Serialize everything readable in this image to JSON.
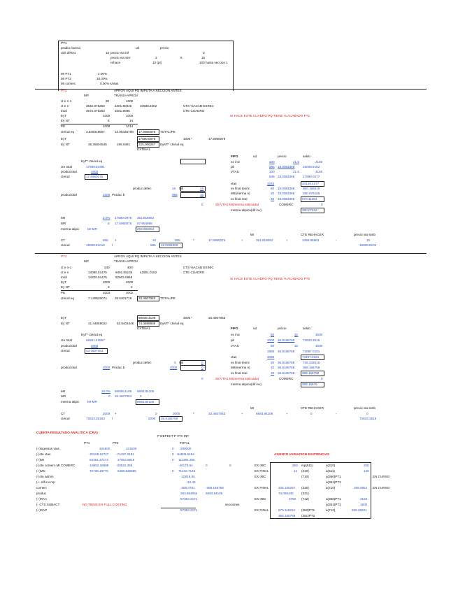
{
  "top": {
    "pt1": "PT1",
    "produc_buena": "produc buena",
    "ud": "ud",
    "precio": "precio",
    "uds_defect": "uds defect",
    "n15": "15",
    "precio_vta_inf": "precio vta inf",
    "n0": "0",
    "precio_vta_sinr": "precio vta sinr",
    "n3": "3",
    "n5": "5",
    "n15b": "15",
    "rehace": "rehace",
    "n10pt": "10 (pt)",
    "n100": "100 hasta seccion 1",
    "mi_pt1": "MI PT1",
    "mi_pt1_v": "2.00%",
    "mi_pt2": "MI PT2",
    "mi_pt2_v": "10.00%",
    "mi_comerc": "MI comerc",
    "mi_comerc_v": "0.00% s/vtas"
  },
  "pt1": {
    "label": "PT1",
    "title": "APROV AQUÍ PQ IMPUTA A SECCION ANTES",
    "mp": "MP",
    "trans": "TRANS+APROV",
    "r1": [
      "ct e n-1",
      "30",
      "1000"
    ],
    "r2": [
      "ct e n",
      "3542.075253",
      "2401.80845",
      "10838.2202"
    ],
    "r3": [
      "total",
      "3572.075253",
      "3401.8086"
    ],
    "r4": [
      "EyT",
      "1000",
      "1000"
    ],
    "r5": [
      "Ey NT",
      "8",
      "14"
    ],
    "r6": [
      "PE",
      "1008",
      "1014"
    ],
    "r7": [
      "cte/ud eq",
      "3.546318607",
      "14.06430708",
      "17.5960076",
      "TOTAL/PE"
    ],
    "cts_ac": "CTS %ACAB EXINIC",
    "cts_cuad": "CTE CUADRO",
    "warn": "SI HACE ESTE CUADRO PQ TIENE % ACABADO PT1",
    "r8": [
      "EyT",
      "17580.0076",
      "1000 *",
      "17.5960076"
    ],
    "r9": [
      "Ey NT",
      "28.35604545",
      "196.6491",
      "225.006257",
      "EyNT* cte/ud eq"
    ],
    "extinal": "EXTINAL",
    "eyt_cte": "EyT* cte/ud eq",
    "cte_total": "cte total",
    "cte_total_v": "17598.84391",
    "pt_total": "productotal",
    "pt_total_v": "1000",
    "cte_ud": "cte/ud",
    "cte_ud_v": "17.5960076",
    "fifo": {
      "hdr": [
        "FIFO",
        "ud",
        "precio",
        "saldo"
      ],
      "rows": [
        [
          "ex inic",
          "100",
          "21.5",
          "2150"
        ],
        [
          "pb",
          "885",
          "18.0083368",
          "16006.8102"
        ],
        [
          "VTAS",
          "100",
          "21.5",
          "2150"
        ],
        [
          "",
          "845",
          "19.0083368",
          "17990.0277"
        ],
        [
          "vtas",
          "1045",
          "",
          "20148.4277"
        ],
        [
          "ex final teoric",
          "50",
          "19.0083368",
          "950.155919"
        ],
        [
          "MII(merma n)",
          "20",
          "19.0083368",
          "380.079158"
        ],
        [
          "ex final real",
          "30",
          "19.0083368",
          "570.11253"
        ],
        [
          "S8 VTAS MI(merma estimada)",
          "COMERC",
          "0",
          ""
        ],
        [
          "merma atipica(dif inv)",
          "",
          "",
          "380.07916"
        ]
      ]
    },
    "produc": [
      "produc defec",
      "15",
      "MII",
      "15"
    ],
    "produc2": [
      "productotal",
      "1000",
      "Produc b",
      "985",
      "10"
    ],
    "mi_row": [
      "MII",
      "2.0%",
      "17580.0076",
      "351.818052"
    ],
    "mr_row": [
      "MR",
      "5",
      "17.5960076",
      "87.954988"
    ],
    "merma": [
      "merma atipic",
      "MI-MR",
      "263.863064"
    ],
    "ct_row": [
      "CT",
      "985",
      "+",
      "10",
      "985",
      "*",
      "17.5960076",
      "+",
      "351.818052",
      "+",
      "",
      "1068.95563",
      "-",
      "15"
    ],
    "ctud_row": [
      "cte/ud",
      "18008.81019",
      "/",
      "985",
      "18.0083368"
    ],
    "ref": [
      "MI",
      "CTE REHACER",
      "precio vta simb",
      "18008.8102"
    ]
  },
  "pt2": {
    "label": "PT2",
    "title": "APROV AQUÍ PQ IMPUTA A SECCION ANTES",
    "mp": "MP",
    "trans": "TRANS+APROV",
    "r1": [
      "ct e n-1",
      "240",
      "400"
    ],
    "r2": [
      "ct e n",
      "14080.51475",
      "9491.06135",
      "42801.0152"
    ],
    "r3": [
      "total",
      "14320.51475",
      "52602.0848"
    ],
    "r4": [
      "EyT",
      "2000",
      "2000"
    ],
    "r5": [
      "Ey NT",
      "3",
      "2"
    ],
    "r6": [
      "PE",
      "2003",
      "2002"
    ],
    "r7": [
      "cte/ud eq",
      "7.149530074",
      "26.5301718",
      "33.4607053",
      "TOTAL/PE"
    ],
    "cts_ac": "CTS %ACAB EXINIC",
    "cts_cuad": "CTE CUADRO",
    "warn": "SI HACE ESTE CUADRO PQ TIENE % ACABADO PT2",
    "r8": [
      "EyT",
      "66938.4106",
      "2000 *",
      "33.4607053"
    ],
    "r9": [
      "Ey NT",
      "21.44859022",
      "52.6403446",
      "74.0889938",
      "EyNT* cte/ud eq"
    ],
    "extinal": "EXTINAL",
    "eyt_cte": "EyT* cte/ud eq",
    "cte_total": "cte total",
    "cte_total_v": "66921.43857",
    "pt_total": "productotal",
    "pt_total_v": "2000",
    "cte_ud": "cte/ud",
    "cte_ud_v": "33.4607053",
    "fifo": {
      "hdr": [
        "FIFO",
        "ud",
        "precio",
        "saldo"
      ],
      "rows": [
        [
          "ex inic",
          "50",
          "32",
          "1600"
        ],
        [
          "pb",
          "2000",
          "36.8166758",
          "73633.3516"
        ],
        [
          "VTAS",
          "50",
          "32",
          "1600"
        ],
        [
          "",
          "1980",
          "36.8166758",
          "72897.0181"
        ],
        [
          "vtas",
          "2030",
          "",
          "74497.0181"
        ],
        [
          "ex final teoric",
          "20",
          "36.8166758",
          "736.333516"
        ],
        [
          "MII(merma n)",
          "10",
          "36.8166758",
          "368.166758"
        ],
        [
          "ex final real",
          "10",
          "36.8166758",
          "368.166758"
        ],
        [
          "S8 VTAS MI(merma estimada)",
          "COMERC",
          "0",
          ""
        ],
        [
          "merma atipica(dif inv)",
          "",
          "",
          "368.16676"
        ]
      ]
    },
    "produc": [
      "produc defec",
      "0",
      "MII",
      "0"
    ],
    "produc2": [
      "productotal",
      "2000",
      "Produc b",
      "2000",
      "0"
    ],
    "mi_row": [
      "MII",
      "10.0%",
      "66938.4106",
      "6693.84106"
    ],
    "mr_row": [
      "MR",
      "0",
      "33.4607053",
      "0"
    ],
    "merma": [
      "merma atipic",
      "MI-MR",
      "6693.84106"
    ],
    "ct_row": [
      "CT",
      "2000",
      "+",
      "0",
      "2000",
      "*",
      "33.4607053",
      "+",
      "6693.84106",
      "+",
      "0",
      "-",
      "0"
    ],
    "ctud_row": [
      "cte/ud",
      "73633.35163",
      "/",
      "2000",
      "36.8166758"
    ],
    "ref": [
      "MI",
      "CTE REHACER",
      "precio vta simb",
      "73633.3516"
    ]
  },
  "cra": {
    "title": "CUENTA RESULTADO ANALITICA (CRA)",
    "hdr": [
      "",
      "PT1",
      "PT2",
      "P DEFECT P VTA INF",
      "TOTAL"
    ],
    "rows": [
      [
        "(+)ingresos vtas",
        "104500",
        "101500",
        "0",
        "206000"
      ],
      [
        "(-)cte vtas",
        "-20108.62727",
        "-74497.0181",
        "0",
        "-94605.6454"
      ],
      [
        "(+)MI",
        "84391.37273",
        "27002.9819",
        "0",
        "111394.355"
      ],
      [
        "(-)cte comerc-MI COMERC",
        "-19653.18688",
        "-20522.455",
        "",
        "-40175.64",
        "0",
        "0"
      ],
      [
        "(+)MC",
        "70738.18775",
        "6480.526865",
        "0",
        "71218.7146"
      ],
      [
        "(-)cte admin",
        "",
        "",
        "",
        "-10019.55"
      ],
      [
        "(+- dif inv    mp",
        "",
        "",
        "",
        "34.43"
      ],
      [
        "comerc",
        "",
        "",
        "",
        "-380.0791",
        "-368.166758"
      ],
      [
        "produc",
        "",
        "",
        "",
        "263.864064",
        "6693.84106"
      ],
      [
        "(+)RAA",
        "",
        "",
        "",
        "57363.2171"
      ],
      [
        "(- CTS SUBACT",
        "NO TIENE EN FULL COSTING",
        "",
        "",
        "",
        "secciones"
      ],
      [
        "(+)RAP",
        "",
        "",
        "",
        "57363.2171"
      ]
    ]
  },
  "asiento": {
    "title": "ASIENTO VARIACION EXISTENCIAS",
    "rows": [
      [
        "EX INIC",
        "250",
        "mp(611)",
        "a(310)",
        "250"
      ],
      [
        "EX FINAL",
        "14",
        "(310)",
        "a(611)",
        "140"
      ],
      [
        "EX INIC",
        "",
        "(710)",
        "a(360)PT1",
        "",
        "EN CURSO"
      ],
      [
        "",
        "",
        "",
        "a(361)PT2",
        ""
      ],
      [
        "EX FINAL",
        "235.106297",
        "(330)",
        "a(710)",
        "299.0852",
        "EN CURSO"
      ],
      [
        "",
        "74.085445",
        "(331)",
        "",
        ""
      ],
      [
        "EX INIC",
        "3750",
        "(712)",
        "a(350)PT1",
        "2150"
      ],
      [
        "",
        "",
        "",
        "a(351)PT2",
        "1600"
      ],
      [
        "EX FINAL",
        "570.115313",
        "(350)PT1",
        "a(712)",
        "938.28201"
      ],
      [
        "",
        "368.166758",
        "(351)PT2",
        "",
        ""
      ]
    ]
  }
}
